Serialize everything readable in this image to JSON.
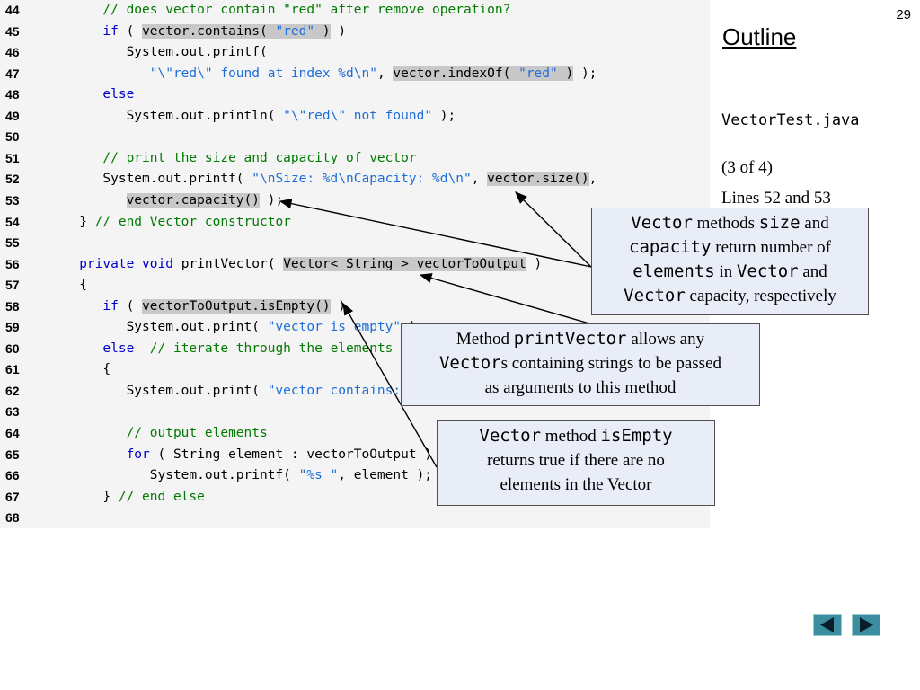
{
  "page_number": "29",
  "sidebar": {
    "outline": "Outline",
    "file_name": "VectorTest.java",
    "page_of": "(3 of 4)",
    "lines_ref": "Lines 52 and 53"
  },
  "code_lines": [
    {
      "num": "44",
      "segs": [
        [
          "",
          "      "
        ],
        [
          "cm",
          "// does vector contain \"red\" after remove operation?"
        ]
      ]
    },
    {
      "num": "45",
      "segs": [
        [
          "",
          "      "
        ],
        [
          "kw",
          "if"
        ],
        [
          "",
          " ( "
        ],
        [
          "hl",
          "vector.contains( "
        ],
        [
          "hl st",
          "\"red\""
        ],
        [
          "hl",
          " )"
        ],
        [
          "",
          " )"
        ]
      ]
    },
    {
      "num": "46",
      "segs": [
        [
          "",
          "         System.out.printf("
        ]
      ]
    },
    {
      "num": "47",
      "segs": [
        [
          "",
          "            "
        ],
        [
          "st",
          "\"\\\"red\\\" found at index %d\\n\""
        ],
        [
          "",
          ", "
        ],
        [
          "hl",
          "vector.indexOf( "
        ],
        [
          "hl st",
          "\"red\""
        ],
        [
          "hl",
          " )"
        ],
        [
          "",
          " );"
        ]
      ]
    },
    {
      "num": "48",
      "segs": [
        [
          "",
          "      "
        ],
        [
          "kw",
          "else"
        ]
      ]
    },
    {
      "num": "49",
      "segs": [
        [
          "",
          "         System.out.println( "
        ],
        [
          "st",
          "\"\\\"red\\\" not found\""
        ],
        [
          "",
          " );"
        ]
      ]
    },
    {
      "num": "50",
      "segs": []
    },
    {
      "num": "51",
      "segs": [
        [
          "",
          "      "
        ],
        [
          "cm",
          "// print the size and capacity of vector"
        ]
      ]
    },
    {
      "num": "52",
      "segs": [
        [
          "",
          "      System.out.printf( "
        ],
        [
          "st",
          "\"\\nSize: %d\\nCapacity: %d\\n\""
        ],
        [
          "",
          ", "
        ],
        [
          "hl",
          "vector.size()"
        ],
        [
          "",
          ","
        ]
      ]
    },
    {
      "num": "53",
      "segs": [
        [
          "",
          "         "
        ],
        [
          "hl",
          "vector.capacity()"
        ],
        [
          "",
          " );"
        ]
      ]
    },
    {
      "num": "54",
      "segs": [
        [
          "",
          "   } "
        ],
        [
          "cm",
          "// end Vector constructor"
        ]
      ]
    },
    {
      "num": "55",
      "segs": []
    },
    {
      "num": "56",
      "segs": [
        [
          "",
          "   "
        ],
        [
          "kw",
          "private void"
        ],
        [
          "",
          " printVector( "
        ],
        [
          "hl",
          "Vector< String > vectorToOutput"
        ],
        [
          "",
          " )"
        ]
      ]
    },
    {
      "num": "57",
      "segs": [
        [
          "",
          "   {"
        ]
      ]
    },
    {
      "num": "58",
      "segs": [
        [
          "",
          "      "
        ],
        [
          "kw",
          "if"
        ],
        [
          "",
          " ( "
        ],
        [
          "hl",
          "vectorToOutput.isEmpty()"
        ],
        [
          "",
          " )"
        ]
      ]
    },
    {
      "num": "59",
      "segs": [
        [
          "",
          "         System.out.print( "
        ],
        [
          "st",
          "\"vector is empty\""
        ],
        [
          "",
          " );"
        ]
      ]
    },
    {
      "num": "60",
      "segs": [
        [
          "",
          "      "
        ],
        [
          "kw",
          "else"
        ],
        [
          "",
          "  "
        ],
        [
          "cm",
          "// iterate through the elements"
        ]
      ]
    },
    {
      "num": "61",
      "segs": [
        [
          "",
          "      {"
        ]
      ]
    },
    {
      "num": "62",
      "segs": [
        [
          "",
          "         System.out.print( "
        ],
        [
          "st",
          "\"vector contains: \""
        ],
        [
          "",
          " );"
        ]
      ]
    },
    {
      "num": "63",
      "segs": []
    },
    {
      "num": "64",
      "segs": [
        [
          "",
          "         "
        ],
        [
          "cm",
          "// output elements"
        ]
      ]
    },
    {
      "num": "65",
      "segs": [
        [
          "",
          "         "
        ],
        [
          "kw",
          "for"
        ],
        [
          "",
          " ( String element : vectorToOutput )"
        ]
      ]
    },
    {
      "num": "66",
      "segs": [
        [
          "",
          "            System.out.printf( "
        ],
        [
          "st",
          "\"%s \""
        ],
        [
          "",
          ", element );"
        ]
      ]
    },
    {
      "num": "67",
      "segs": [
        [
          "",
          "      } "
        ],
        [
          "cm",
          "// end else"
        ]
      ]
    },
    {
      "num": "68",
      "segs": []
    }
  ],
  "callouts": {
    "size_capacity": {
      "w1": "Vector",
      "t1": " methods ",
      "w2": "size",
      "t2": " and",
      "w3": "capacity",
      "t3": " return number of",
      "w4": "elements",
      "t4": " in ",
      "w5": "Vector",
      "t5": " and",
      "w6": "Vector",
      "t6": " capacity, respectively"
    },
    "print_vector": {
      "t1": "Method ",
      "w1": "printVector",
      "t2": " allows any",
      "w2": "Vector",
      "t3": "s containing strings to be passed",
      "t4": "as arguments to this method"
    },
    "is_empty": {
      "w1": "Vector",
      "t1": " method ",
      "w2": "isEmpty",
      "t2": "returns true if there are no",
      "t3": "elements in the Vector"
    }
  },
  "nav": {
    "prev_icon": "triangle-left-icon",
    "next_icon": "triangle-right-icon",
    "color": "#3b8da0"
  }
}
